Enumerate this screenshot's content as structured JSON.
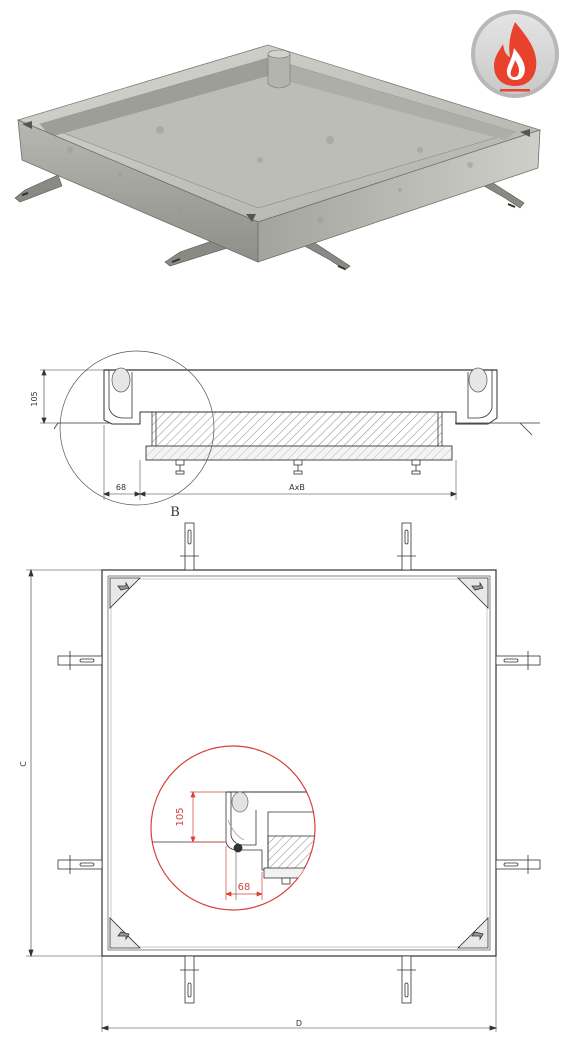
{
  "colors": {
    "fire_badge_bg": "#d9d9d9",
    "fire_badge_ring": "#b8b8b8",
    "flame": "#e8412c",
    "steel_light": "#c9c9c4",
    "steel_mid": "#a6a6a0",
    "steel_dark": "#86867f",
    "detail_red": "#d8403a",
    "line": "#333333"
  },
  "badge": {
    "icon": "fire-icon"
  },
  "section": {
    "dim_height": "105",
    "dim_frame": "68",
    "dim_span": "AxB",
    "detail_label": "B"
  },
  "plan": {
    "dim_vertical": "C",
    "dim_horizontal": "D"
  },
  "detail": {
    "dim_height": "105",
    "dim_frame": "68"
  }
}
